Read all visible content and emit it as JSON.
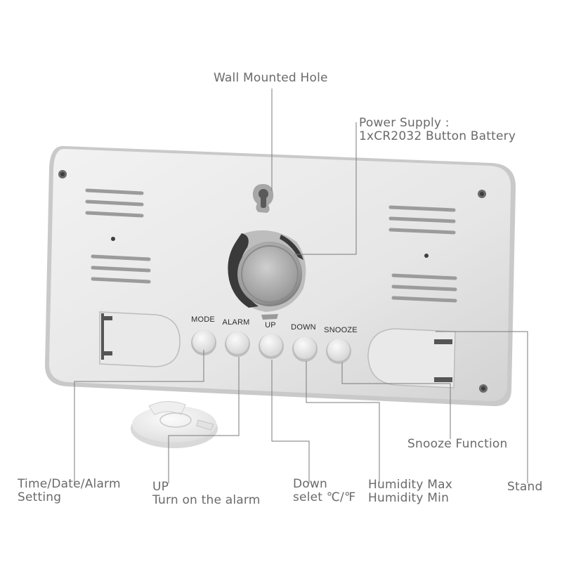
{
  "callouts": {
    "wall_hole": "Wall Mounted Hole",
    "power_title": "Power Supply :",
    "power_detail": "1xCR2032 Button Battery",
    "snooze": "Snooze Function",
    "time_line1": "Time/Date/Alarm",
    "time_line2": "Setting",
    "up_line1": "UP",
    "up_line2": "Turn on the alarm",
    "down_line1": "Down",
    "down_line2": "selet ℃/℉",
    "humidity_line1": "Humidity Max",
    "humidity_line2": "Humidity Min",
    "stand": "Stand"
  },
  "buttons": {
    "mode": "MODE",
    "alarm": "ALARM",
    "up": "UP",
    "down": "DOWN",
    "snooze": "SNOOZE"
  }
}
